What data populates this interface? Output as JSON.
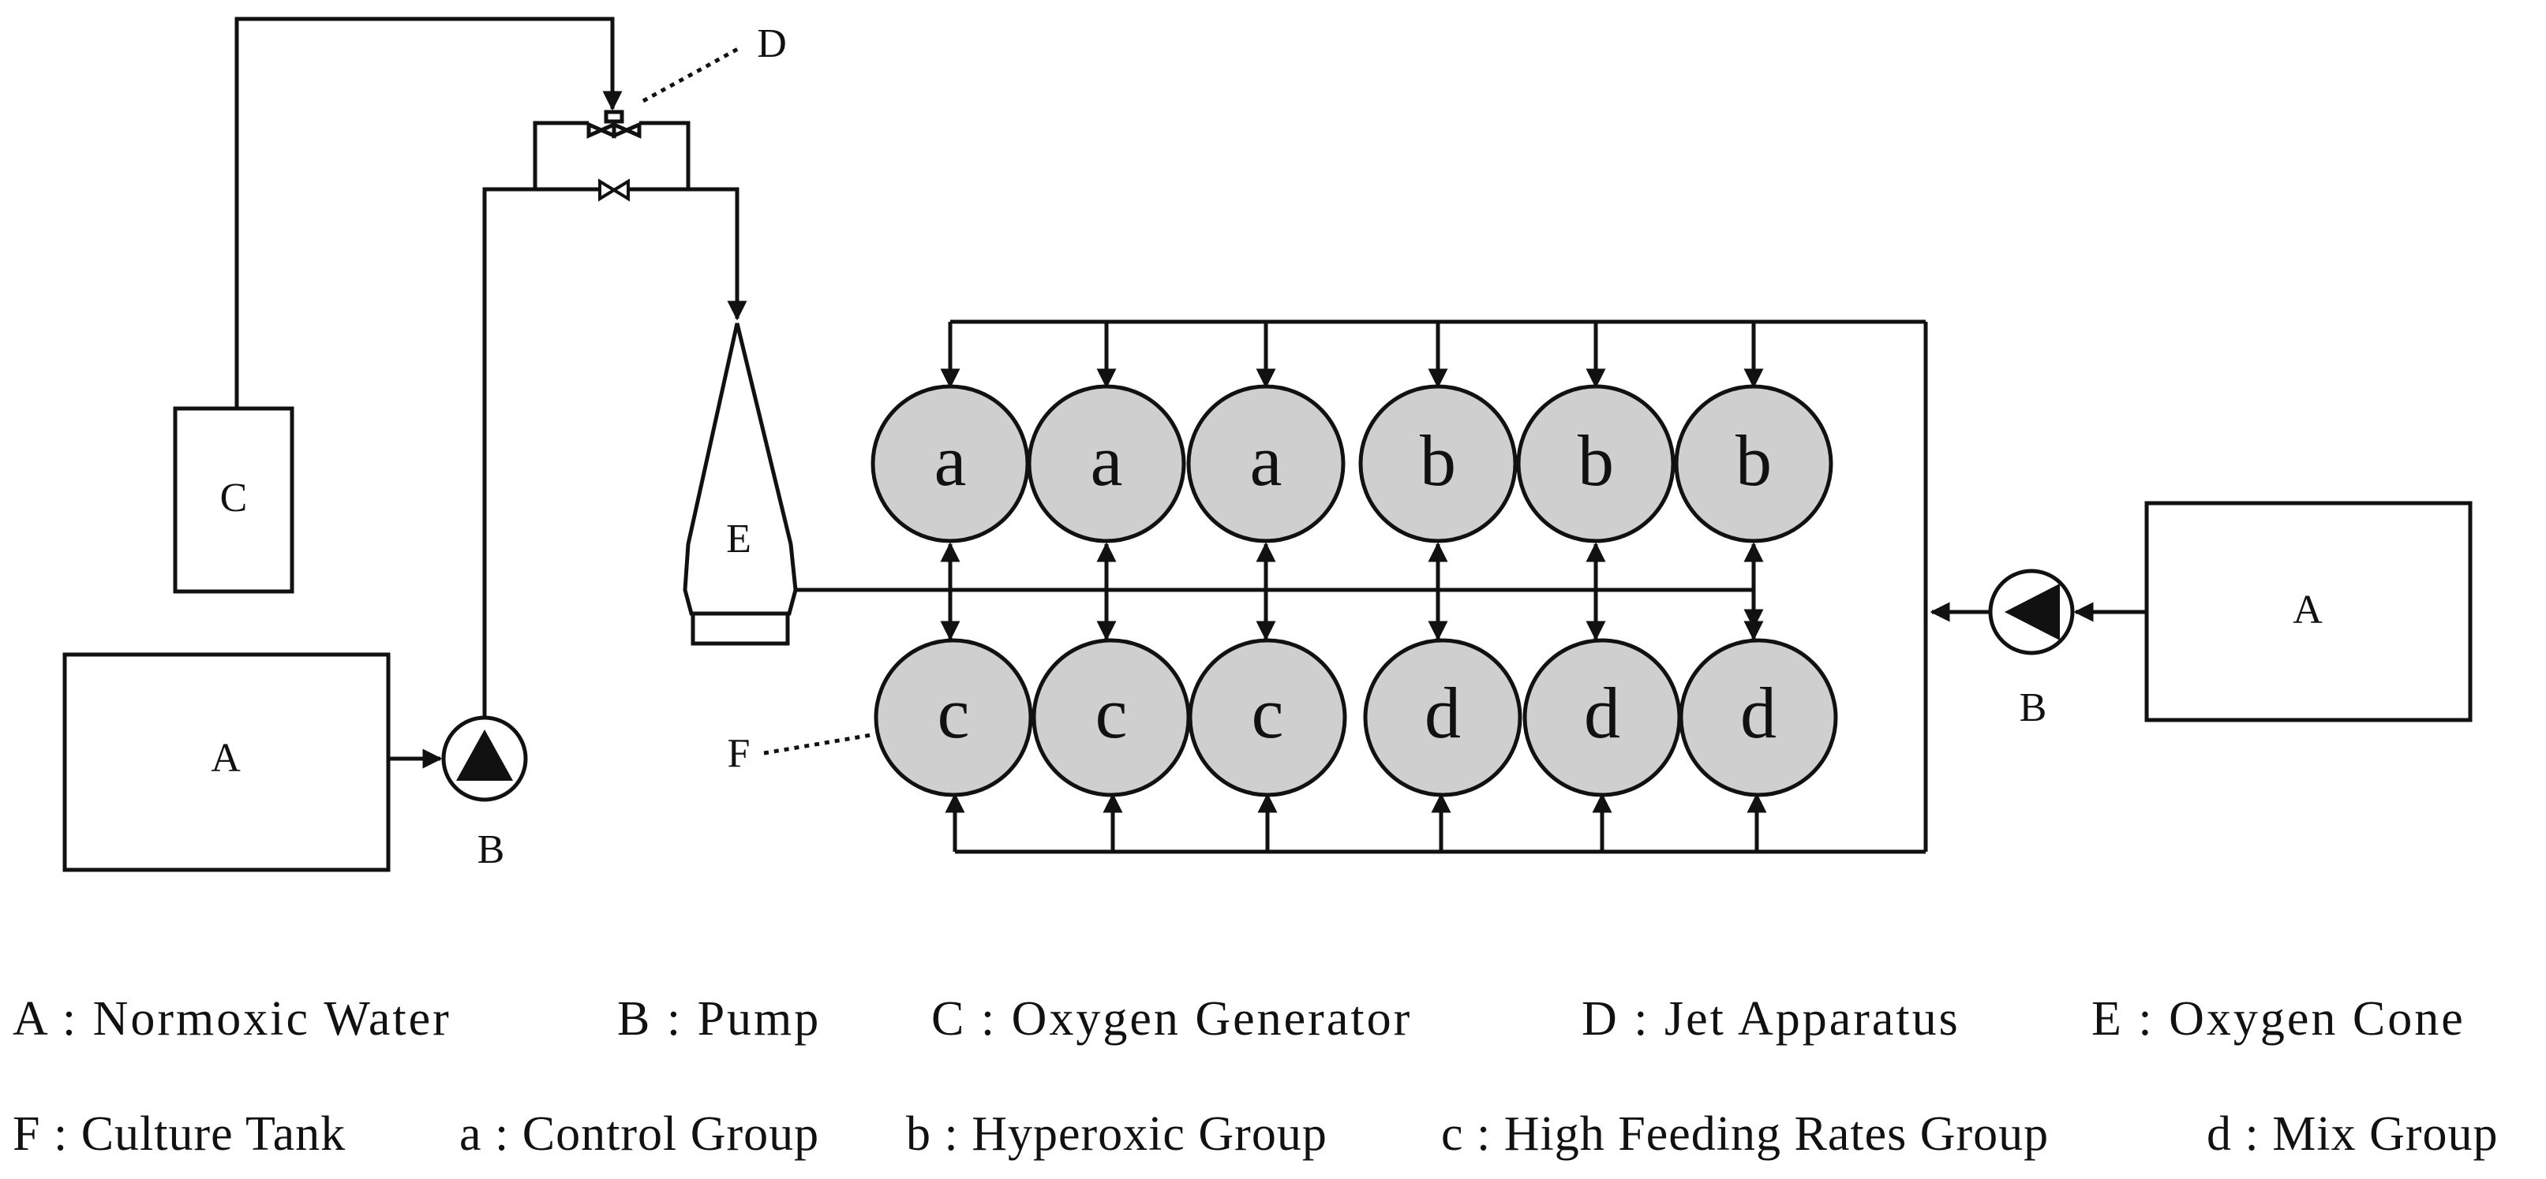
{
  "components": {
    "normoxic_water_left": "A",
    "normoxic_water_right": "A",
    "pump_left": "B",
    "pump_right": "B",
    "oxygen_generator": "C",
    "jet_apparatus": "D",
    "oxygen_cone": "E",
    "culture_tank": "F"
  },
  "tank_rows": {
    "top": [
      "a",
      "a",
      "a",
      "b",
      "b",
      "b"
    ],
    "bottom": [
      "c",
      "c",
      "c",
      "d",
      "d",
      "d"
    ]
  },
  "legend": {
    "row1": [
      "A : Normoxic Water",
      "B : Pump",
      "C : Oxygen Generator",
      "D : Jet Apparatus",
      "E : Oxygen Cone"
    ],
    "row2": [
      "F : Culture Tank",
      "a : Control Group",
      "b : Hyperoxic Group",
      "c :  High Feeding Rates Group",
      "d : Mix Group"
    ]
  },
  "colors": {
    "line": "#111111",
    "tank_fill": "#cfcfcf",
    "background": "#ffffff"
  }
}
